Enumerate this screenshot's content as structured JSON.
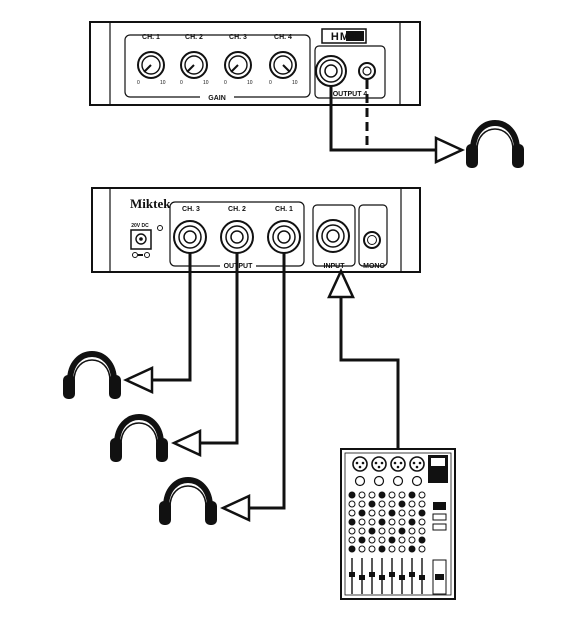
{
  "hm4": {
    "badge": "HM4",
    "channels": [
      "CH. 1",
      "CH. 2",
      "CH. 3",
      "CH. 4"
    ],
    "scale_min": "0",
    "scale_max": "10",
    "gain_label": "GAIN",
    "output_label": "OUTPUT 4"
  },
  "amp": {
    "brand": "Miktek",
    "power_label": "20V DC",
    "channels": [
      "CH. 3",
      "CH. 2",
      "CH. 1"
    ],
    "output_label": "OUTPUT",
    "input_label": "INPUT",
    "mono_label": "MONO"
  },
  "icons": {
    "headphones": "headphones-icon",
    "mixer": "mixer-icon",
    "knob": "knob-icon",
    "jack": "jack-icon"
  },
  "colors": {
    "line": "#111111",
    "background": "#ffffff"
  }
}
